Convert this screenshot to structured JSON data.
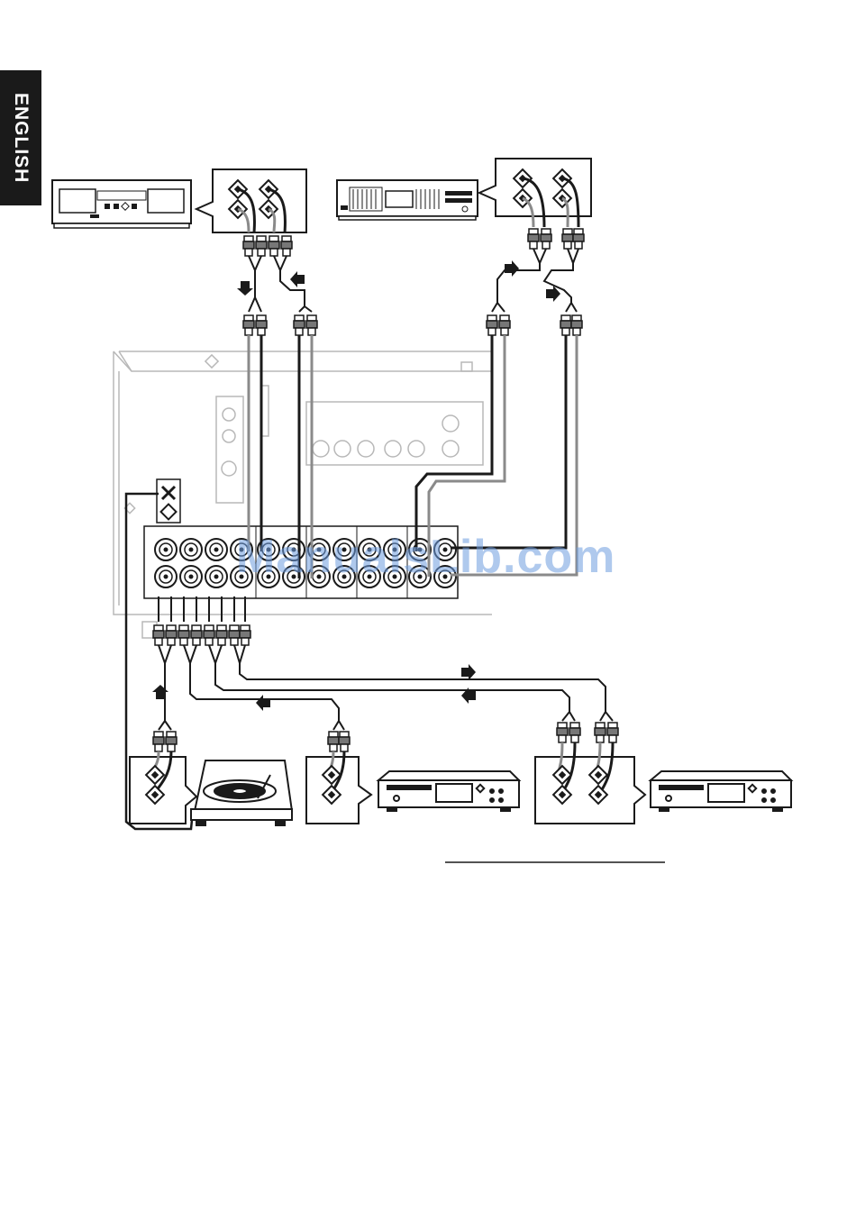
{
  "page": {
    "language_tab": "ENGLISH",
    "watermark": "ManualsLib.com"
  },
  "colors": {
    "ink": "#1a1a1a",
    "cable_gray": "#8a8a8a",
    "panel_gray": "#b8b8b8",
    "tab_bg": "#1a1a1a",
    "watermark": "#6f9ee0"
  },
  "devices": [
    {
      "id": "cassette-deck",
      "icon": "cassette-deck-icon"
    },
    {
      "id": "equalizer",
      "icon": "equalizer-icon"
    },
    {
      "id": "turntable",
      "icon": "turntable-icon"
    },
    {
      "id": "cd-player",
      "icon": "cd-player-icon"
    },
    {
      "id": "md-recorder",
      "icon": "cd-recorder-icon"
    },
    {
      "id": "receiver-rear-panel",
      "icon": "receiver-panel-icon"
    }
  ]
}
